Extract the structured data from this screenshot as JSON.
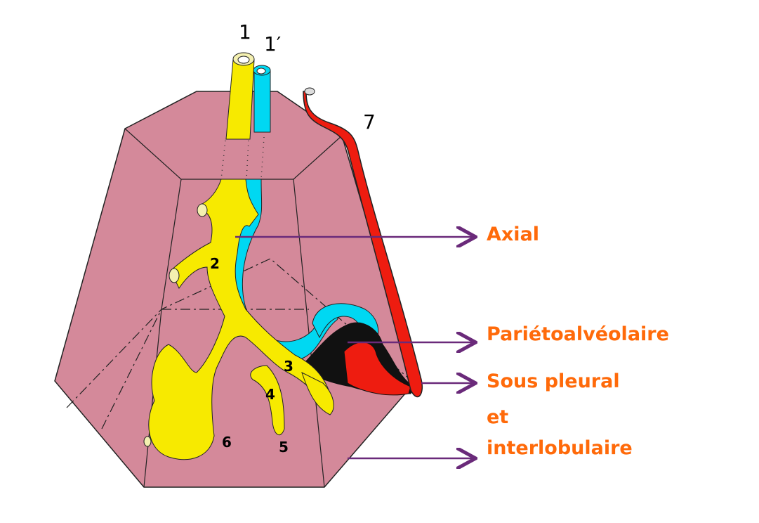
{
  "colors": {
    "lobule": "#d4899a",
    "bronchus": "#f7ea00",
    "artery": "#00d8f2",
    "vein": "#ee1c10",
    "arrow": "#6a2a7a",
    "label": "#ff6a0a"
  },
  "numbers": {
    "n1": "1",
    "n1p": "1′",
    "n7": "7",
    "n2": "2",
    "n3": "3",
    "n4": "4",
    "n5": "5",
    "n6": "6"
  },
  "labels": {
    "axial": "Axial",
    "parieto": "Pariétoalvéolaire",
    "sous_pleural": "Sous pleural",
    "et": "et",
    "interlobulaire": "interlobulaire"
  }
}
